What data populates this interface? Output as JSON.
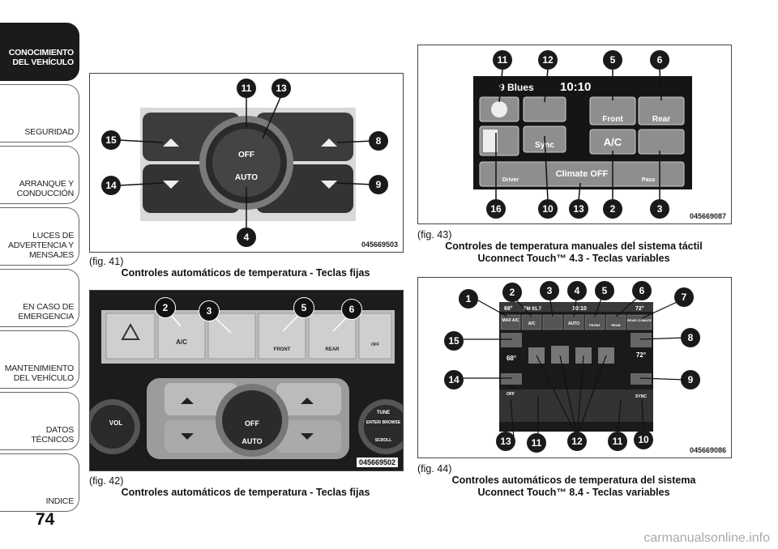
{
  "sidebar": {
    "items": [
      {
        "label": "CONOCIMIENTO\nDEL VEHÍCULO",
        "active": true
      },
      {
        "label": "SEGURIDAD"
      },
      {
        "label": "ARRANQUE Y\nCONDUCCIÓN"
      },
      {
        "label": "LUCES DE\nADVERTENCIA Y\nMENSAJES"
      },
      {
        "label": "EN CASO DE\nEMERGENCIA"
      },
      {
        "label": "MANTENIMIENTO\nDEL VEHÍCULO"
      },
      {
        "label": "DATOS\nTÉCNICOS"
      },
      {
        "label": "INDICE"
      }
    ]
  },
  "page_number": "74",
  "watermark": "carmanualsonline.info",
  "figures": {
    "fig41": {
      "ref": "(fig. 41)",
      "title": "Controles automáticos de temperatura - Teclas fijas",
      "code": "045669503",
      "labels": {
        "off": "OFF",
        "auto": "AUTO"
      },
      "callouts": [
        "11",
        "13",
        "15",
        "8",
        "14",
        "9",
        "4"
      ]
    },
    "fig42": {
      "ref": "(fig. 42)",
      "title": "Controles automáticos de temperatura - Teclas fijas",
      "code": "045669502",
      "labels": {
        "ac": "A/C",
        "front": "FRONT",
        "rear": "REAR",
        "off": "OFF",
        "auto": "AUTO",
        "vol": "VOL",
        "tune": "TUNE",
        "enter": "ENTER/\nBROWSE",
        "scroll": "SCROLL"
      },
      "callouts": [
        "2",
        "3",
        "5",
        "6"
      ]
    },
    "fig43": {
      "ref": "(fig. 43)",
      "title": "Controles de temperatura manuales del sistema táctil\nUconnect Touch™ 4.3 - Teclas variables",
      "code": "045669087",
      "labels": {
        "station": "9 Blues",
        "time": "10:10",
        "front": "Front",
        "rear": "Rear",
        "sync": "Sync",
        "ac": "A/C",
        "driver": "Driver",
        "climate_off": "Climate OFF",
        "pass": "Pass"
      },
      "callouts": [
        "11",
        "12",
        "5",
        "6",
        "16",
        "10",
        "13",
        "2",
        "3"
      ]
    },
    "fig44": {
      "ref": "(fig. 44)",
      "title": "Controles automáticos de temperatura del sistema\nUconnect Touch™ 8.4 - Teclas variables",
      "code": "045669086",
      "labels": {
        "max_ac": "MAX\nA/C",
        "ac": "A/C",
        "auto": "AUTO",
        "front": "FRONT",
        "rear": "REAR",
        "rear_climate": "REAR\nCLIMATE",
        "off": "OFF",
        "sync": "SYNC",
        "temp_l": "68°",
        "temp_r": "72°",
        "temp_top_l": "68°",
        "temp_top_r": "72°",
        "fm": "FM 91.7",
        "clock": "10:10"
      },
      "callouts": [
        "1",
        "2",
        "3",
        "4",
        "5",
        "6",
        "7",
        "15",
        "8",
        "14",
        "9",
        "13",
        "11",
        "12",
        "11",
        "10"
      ]
    }
  }
}
